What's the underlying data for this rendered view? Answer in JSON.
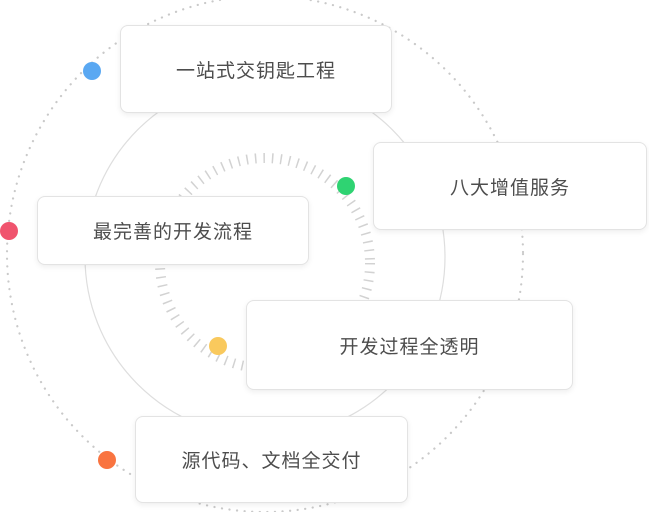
{
  "features": [
    {
      "label": "一站式交钥匙工程",
      "dot_color": "#5aa8f2"
    },
    {
      "label": "八大增值服务",
      "dot_color": "#2fd372"
    },
    {
      "label": "最完善的开发流程",
      "dot_color": "#f0546e"
    },
    {
      "label": "开发过程全透明",
      "dot_color": "#f9c95d"
    },
    {
      "label": "源代码、文档全交付",
      "dot_color": "#f97440"
    }
  ],
  "colors": {
    "outer_ring": "#c9c9c9",
    "middle_ring": "#dedede",
    "inner_ticks": "#d2d2d2",
    "card_text": "#4d4d4d"
  }
}
